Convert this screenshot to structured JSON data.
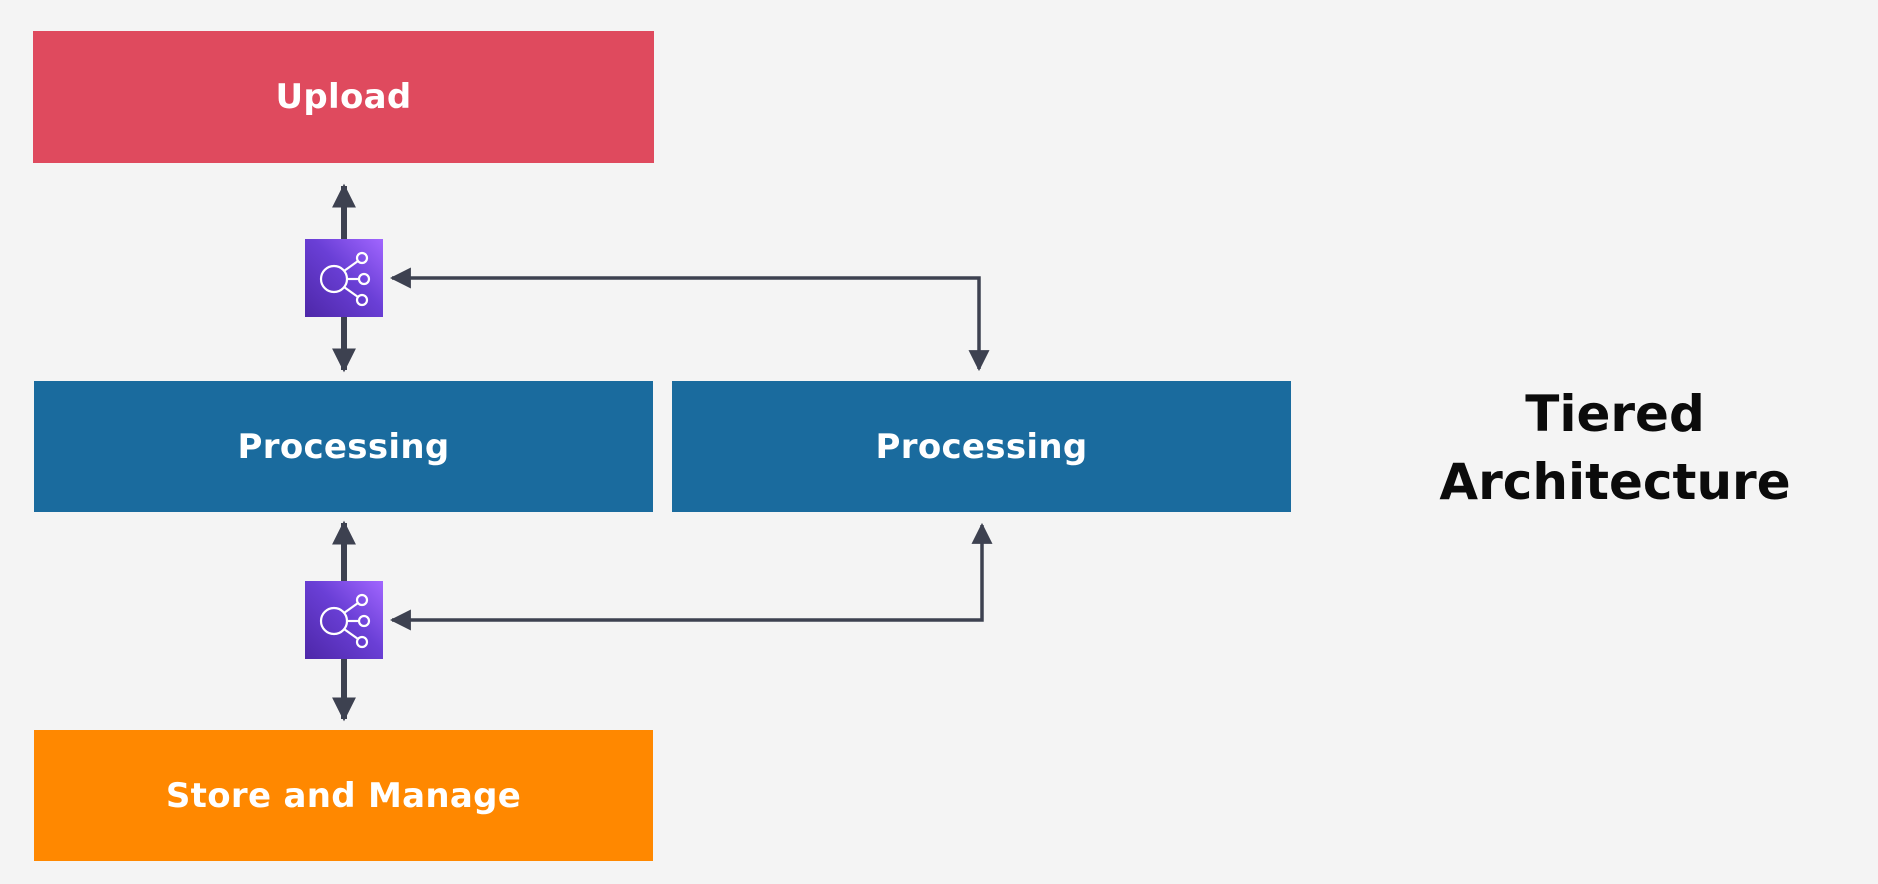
{
  "diagram": {
    "title_lines": [
      "Tiered",
      "Architecture"
    ],
    "tiers": {
      "upload": {
        "label": "Upload",
        "color": "#df4a5e"
      },
      "processing_left": {
        "label": "Processing",
        "color": "#1a6b9e"
      },
      "processing_right": {
        "label": "Processing",
        "color": "#1a6b9e"
      },
      "store": {
        "label": "Store and Manage",
        "color": "#ff8800"
      }
    },
    "load_balancers": [
      {
        "icon": "load-balancer-icon",
        "color": "#6a3fd6"
      },
      {
        "icon": "load-balancer-icon",
        "color": "#6a3fd6"
      }
    ],
    "connector_color": "#3d4150"
  }
}
